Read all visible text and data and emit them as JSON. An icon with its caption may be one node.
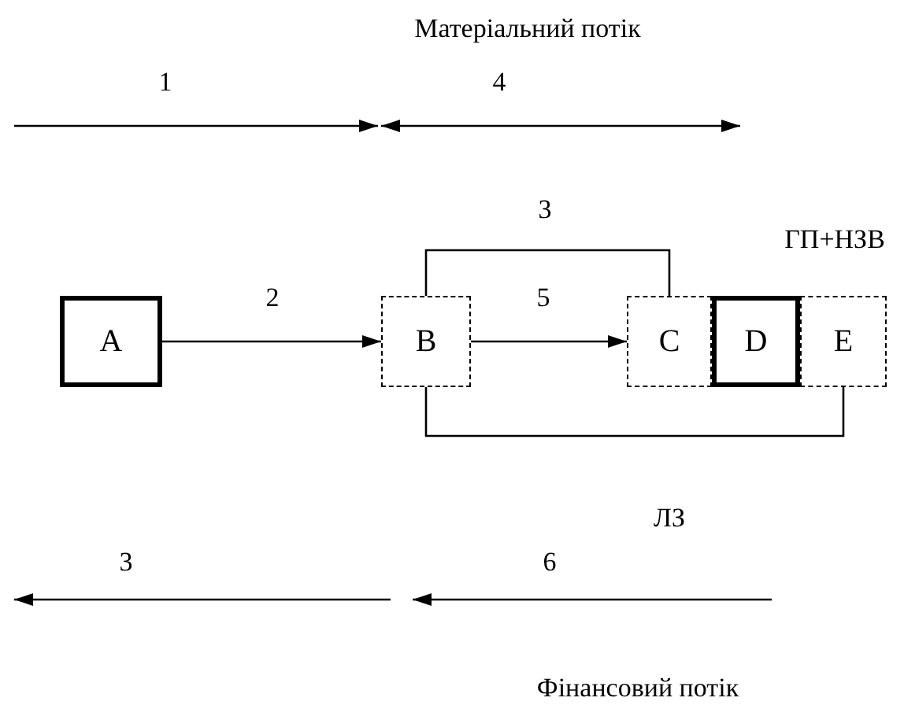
{
  "diagram": {
    "nodes": [
      {
        "text": [
          "A"
        ]
      },
      {
        "text": [
          "B"
        ]
      },
      {
        "text": [
          "C"
        ]
      },
      {
        "text": [
          "D"
        ]
      },
      {
        "text": [
          "E"
        ]
      }
    ],
    "edges": [
      {
        "from": 0,
        "to": 1,
        "arrow": "to",
        "label": "2"
      },
      {
        "from": 1,
        "to": 2,
        "arrow": "to",
        "label": "5"
      },
      {
        "from": 1,
        "to": 2,
        "arrow": "none",
        "label": "3"
      },
      {
        "from": 1,
        "to": 4,
        "arrow": "none"
      }
    ],
    "labels": [
      "Матеріальний потік",
      "1",
      "4",
      "ГП+НЗВ",
      "ЛЗ",
      "3",
      "6",
      "Фінансовий потік"
    ]
  }
}
